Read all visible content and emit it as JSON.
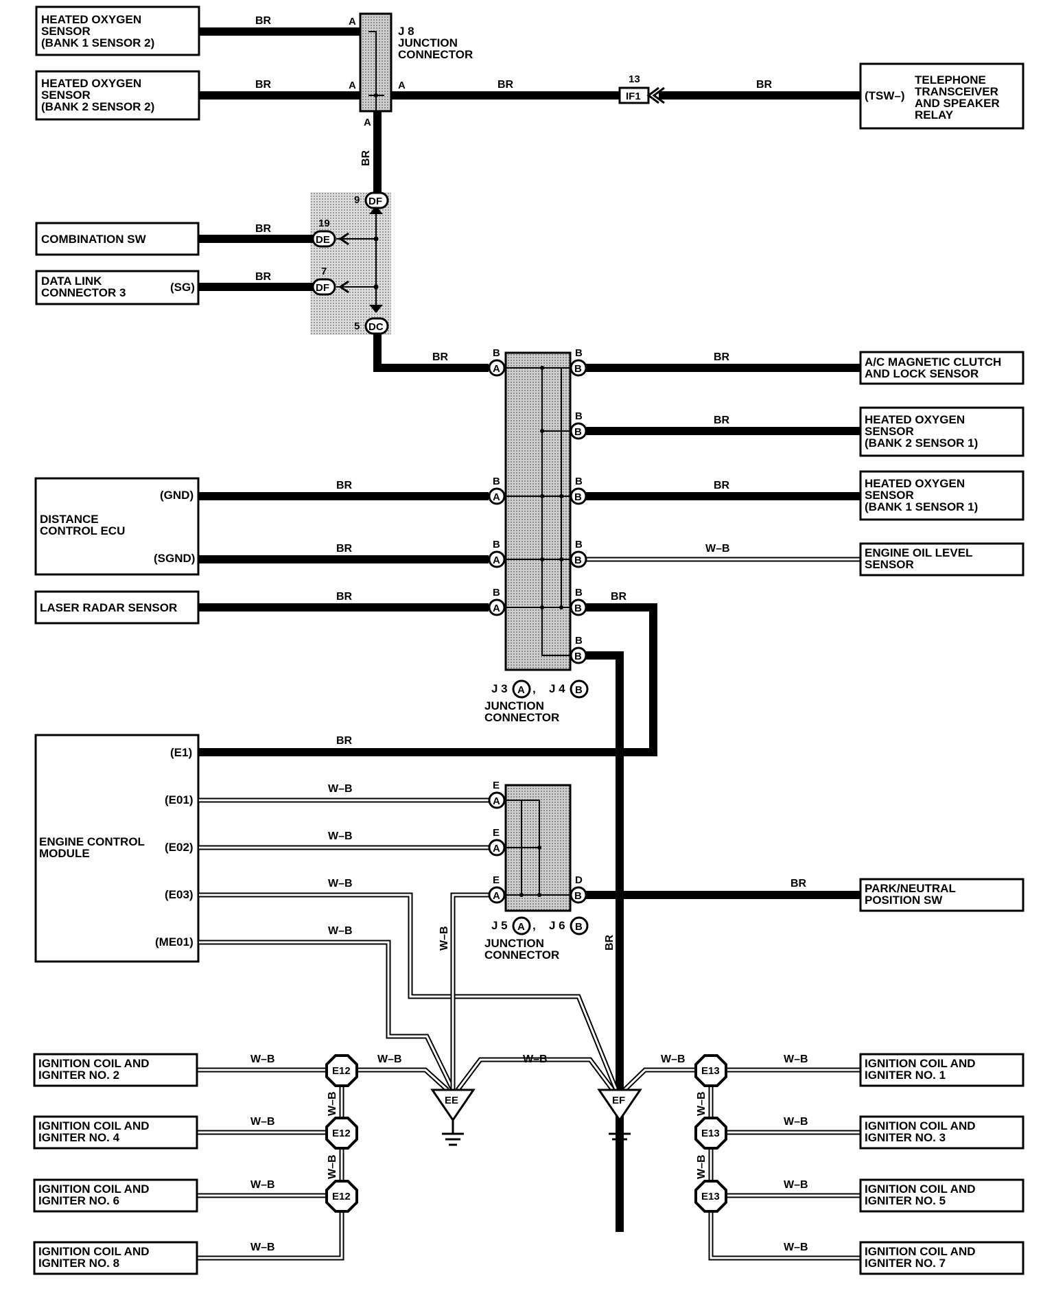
{
  "components": {
    "ho2s_b1s2": [
      "HEATED OXYGEN",
      "SENSOR",
      "(BANK 1 SENSOR 2)"
    ],
    "ho2s_b2s2": [
      "HEATED OXYGEN",
      "SENSOR",
      "(BANK 2 SENSOR 2)"
    ],
    "telephone": [
      "TELEPHONE",
      "TRANSCEIVER",
      "AND SPEAKER",
      "RELAY"
    ],
    "telephone_pin": "(TSW–)",
    "combination_sw": "COMBINATION SW",
    "dlc3": [
      "DATA LINK",
      "CONNECTOR 3"
    ],
    "dlc3_pin": "(SG)",
    "ac_clutch": [
      "A/C MAGNETIC CLUTCH",
      "AND LOCK SENSOR"
    ],
    "ho2s_b2s1": [
      "HEATED OXYGEN",
      "SENSOR",
      "(BANK 2 SENSOR 1)"
    ],
    "ho2s_b1s1": [
      "HEATED OXYGEN",
      "SENSOR",
      "(BANK 1 SENSOR 1)"
    ],
    "distance_ecu": [
      "DISTANCE",
      "CONTROL ECU"
    ],
    "distance_ecu_pins": [
      "(GND)",
      "(SGND)"
    ],
    "oil_level": [
      "ENGINE OIL LEVEL",
      "SENSOR"
    ],
    "laser_radar": "LASER RADAR SENSOR",
    "ecm": [
      "ENGINE CONTROL",
      "MODULE"
    ],
    "ecm_pins": [
      "(E1)",
      "(E01)",
      "(E02)",
      "(E03)",
      "(ME01)"
    ],
    "park_neutral": [
      "PARK/NEUTRAL",
      "POSITION SW"
    ],
    "ign_left": [
      [
        "IGNITION COIL AND",
        "IGNITER NO. 2"
      ],
      [
        "IGNITION COIL AND",
        "IGNITER NO. 4"
      ],
      [
        "IGNITION COIL AND",
        "IGNITER NO. 6"
      ],
      [
        "IGNITION COIL AND",
        "IGNITER NO. 8"
      ]
    ],
    "ign_right": [
      [
        "IGNITION COIL AND",
        "IGNITER NO. 1"
      ],
      [
        "IGNITION COIL AND",
        "IGNITER NO. 3"
      ],
      [
        "IGNITION COIL AND",
        "IGNITER NO. 5"
      ],
      [
        "IGNITION COIL AND",
        "IGNITER NO. 7"
      ]
    ]
  },
  "connectors": {
    "j8_label": [
      "J 8",
      "JUNCTION",
      "CONNECTOR"
    ],
    "j8_pin": "A",
    "if1": "IF1",
    "if1_pin": "13",
    "inline": [
      {
        "name": "DF",
        "pin": "9"
      },
      {
        "name": "DE",
        "pin": "19"
      },
      {
        "name": "DF",
        "pin": "7"
      },
      {
        "name": "DC",
        "pin": "5"
      }
    ],
    "j3j4_label": [
      "J 3",
      "J 4",
      "JUNCTION",
      "CONNECTOR"
    ],
    "j5j6_label": [
      "J 5",
      "J 6",
      "JUNCTION",
      "CONNECTOR"
    ],
    "pin_a": "A",
    "pin_b": "B",
    "pin_d": "D",
    "pin_e": "E",
    "comma": ","
  },
  "wires": {
    "br": "BR",
    "wb": "W–B"
  },
  "splices": {
    "left": "E12",
    "right": "E13"
  },
  "grounds": {
    "ee": "EE",
    "ef": "EF"
  }
}
